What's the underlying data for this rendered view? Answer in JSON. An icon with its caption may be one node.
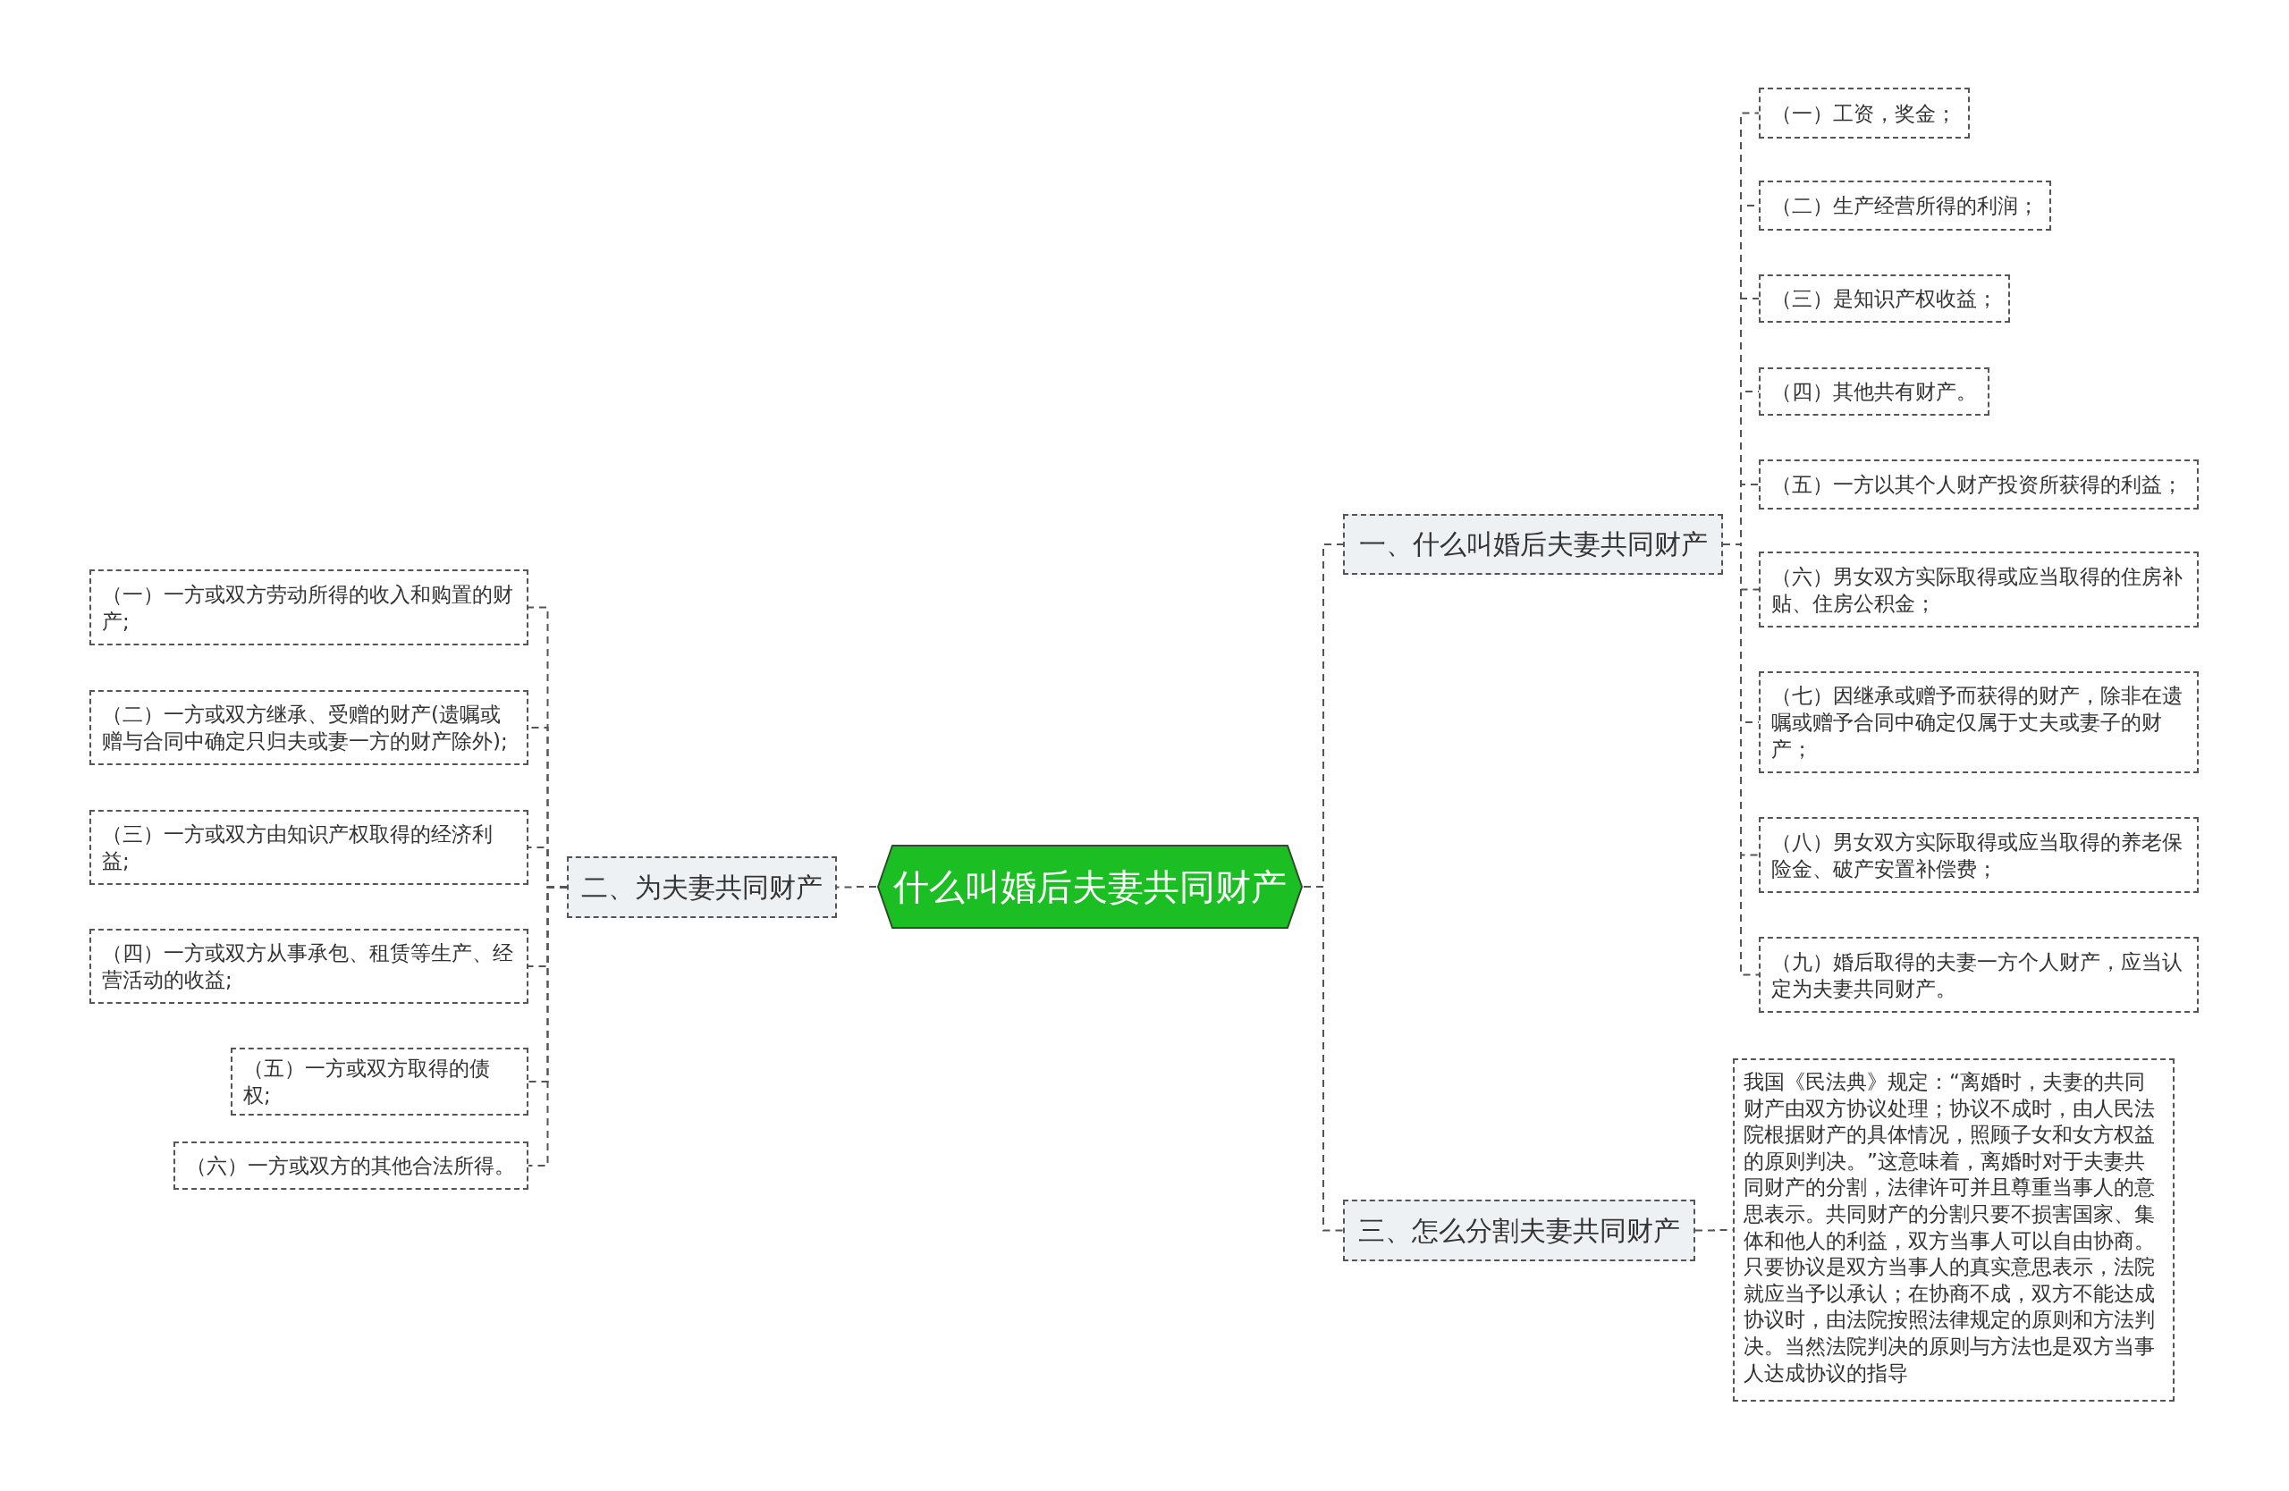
{
  "diagram": {
    "nodes": [
      {
        "text": [
          "什么叫婚后夫妻共同财产"
        ]
      },
      {
        "text": [
          "一、什么叫婚后夫妻共同财产"
        ]
      },
      {
        "text": [
          "（一）工资，奖金；"
        ]
      },
      {
        "text": [
          "（二）生产经营所得的利润；"
        ]
      },
      {
        "text": [
          "（三）是知识产权收益；"
        ]
      },
      {
        "text": [
          "（四）其他共有财产。"
        ]
      },
      {
        "text": [
          "（五）一方以其个人财产投资所获得的利益；"
        ]
      },
      {
        "text": [
          "（六）男女双方实际取得或应当取得的住房补贴、住房公积金；"
        ]
      },
      {
        "text": [
          "（七）因继承或赠予而获得的财产，除非在遗嘱或赠予合同中确定仅属于丈夫或妻子的财产；"
        ]
      },
      {
        "text": [
          "（八）男女双方实际取得或应当取得的养老保险金、破产安置补偿费；"
        ]
      },
      {
        "text": [
          "（九）婚后取得的夫妻一方个人财产，应当认定为夫妻共同财产。"
        ]
      },
      {
        "text": [
          "二、为夫妻共同财产"
        ]
      },
      {
        "text": [
          "（一）一方或双方劳动所得的收入和购置的财产;"
        ]
      },
      {
        "text": [
          "（二）一方或双方继承、受赠的财产(遗嘱或赠与合同中确定只归夫或妻一方的财产除外);"
        ]
      },
      {
        "text": [
          "（三）一方或双方由知识产权取得的经济利益;"
        ]
      },
      {
        "text": [
          "（四）一方或双方从事承包、租赁等生产、经营活动的收益;"
        ]
      },
      {
        "text": [
          "（五）一方或双方取得的债权;"
        ]
      },
      {
        "text": [
          "（六）一方或双方的其他合法所得。"
        ]
      },
      {
        "text": [
          "三、怎么分割夫妻共同财产"
        ]
      },
      {
        "text": [
          "我国《民法典》规定：“离婚时，夫妻的共同财产由双方协议处理；协议不成时，由人民法院根据财产的具体情况，照顾子女和女方权益的原则判决。”这意味着，离婚时对于夫妻共同财产的分割，法律许可并且尊重当事人的意思表示。共同财产的分割只要不损害国家、集体和他人的利益，双方当事人可以自由协商。只要协议是双方当事人的真实意思表示，法院就应当予以承认；在协商不成，双方不能达成协议时，由法院按照法律规定的原则和方法判决。当然法院判决的原则与方法也是双方当事人达成协议的指导"
        ]
      }
    ],
    "edges": [
      {
        "from": 0,
        "to": 1,
        "arrow": "none"
      },
      {
        "from": 1,
        "to": 2,
        "arrow": "none"
      },
      {
        "from": 1,
        "to": 3,
        "arrow": "none"
      },
      {
        "from": 1,
        "to": 4,
        "arrow": "none"
      },
      {
        "from": 1,
        "to": 5,
        "arrow": "none"
      },
      {
        "from": 1,
        "to": 6,
        "arrow": "none"
      },
      {
        "from": 1,
        "to": 7,
        "arrow": "none"
      },
      {
        "from": 1,
        "to": 8,
        "arrow": "none"
      },
      {
        "from": 1,
        "to": 9,
        "arrow": "none"
      },
      {
        "from": 1,
        "to": 10,
        "arrow": "none"
      },
      {
        "from": 0,
        "to": 11,
        "arrow": "none"
      },
      {
        "from": 11,
        "to": 12,
        "arrow": "none"
      },
      {
        "from": 11,
        "to": 13,
        "arrow": "none"
      },
      {
        "from": 11,
        "to": 14,
        "arrow": "none"
      },
      {
        "from": 11,
        "to": 15,
        "arrow": "none"
      },
      {
        "from": 11,
        "to": 16,
        "arrow": "none"
      },
      {
        "from": 11,
        "to": 17,
        "arrow": "none"
      },
      {
        "from": 0,
        "to": 18,
        "arrow": "none"
      },
      {
        "from": 18,
        "to": 19,
        "arrow": "none"
      }
    ]
  }
}
